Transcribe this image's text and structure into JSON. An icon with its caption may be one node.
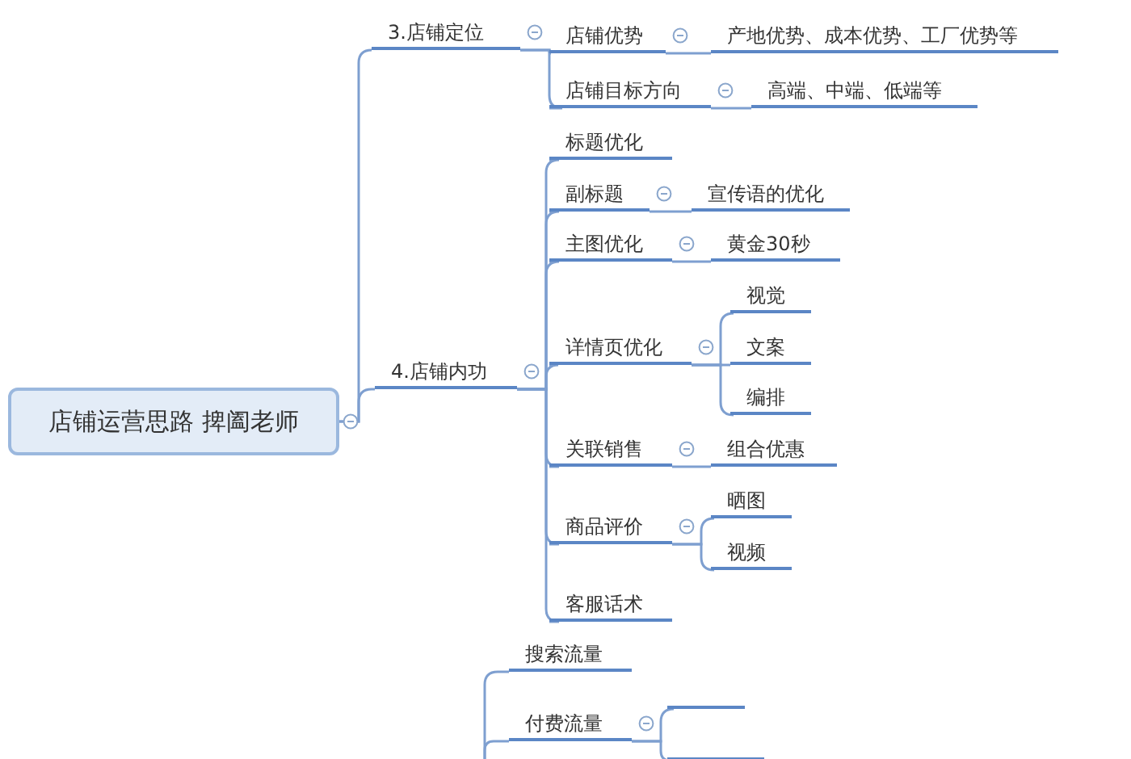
{
  "diagram": {
    "nodes": [
      {
        "text": [
          "店铺运营思路 捭阖老师"
        ]
      },
      {
        "text": [
          "3.店铺定位"
        ]
      },
      {
        "text": [
          "店铺优势"
        ]
      },
      {
        "text": [
          "产地优势、成本优势、工厂优势等"
        ]
      },
      {
        "text": [
          "店铺目标方向"
        ]
      },
      {
        "text": [
          "高端、中端、低端等"
        ]
      },
      {
        "text": [
          "4.店铺内功"
        ]
      },
      {
        "text": [
          "标题优化"
        ]
      },
      {
        "text": [
          "副标题"
        ]
      },
      {
        "text": [
          "宣传语的优化"
        ]
      },
      {
        "text": [
          "主图优化"
        ]
      },
      {
        "text": [
          "黄金30秒"
        ]
      },
      {
        "text": [
          "详情页优化"
        ]
      },
      {
        "text": [
          "视觉"
        ]
      },
      {
        "text": [
          "文案"
        ]
      },
      {
        "text": [
          "编排"
        ]
      },
      {
        "text": [
          "关联销售"
        ]
      },
      {
        "text": [
          "组合优惠"
        ]
      },
      {
        "text": [
          "商品评价"
        ]
      },
      {
        "text": [
          "晒图"
        ]
      },
      {
        "text": [
          "视频"
        ]
      },
      {
        "text": [
          "客服话术"
        ]
      },
      {
        "text": [
          "搜索流量"
        ]
      },
      {
        "text": [
          "付费流量"
        ]
      },
      {
        "text": [],
        "shape": "bar"
      },
      {
        "text": [],
        "shape": "bar"
      }
    ],
    "edges": [
      {
        "from": 0,
        "to": 1,
        "arrow": "none"
      },
      {
        "from": 1,
        "to": 2,
        "arrow": "none"
      },
      {
        "from": 2,
        "to": 3,
        "arrow": "none"
      },
      {
        "from": 1,
        "to": 4,
        "arrow": "none"
      },
      {
        "from": 4,
        "to": 5,
        "arrow": "none"
      },
      {
        "from": 0,
        "to": 6,
        "arrow": "none"
      },
      {
        "from": 6,
        "to": 7,
        "arrow": "none"
      },
      {
        "from": 6,
        "to": 8,
        "arrow": "none"
      },
      {
        "from": 8,
        "to": 9,
        "arrow": "none"
      },
      {
        "from": 6,
        "to": 10,
        "arrow": "none"
      },
      {
        "from": 10,
        "to": 11,
        "arrow": "none"
      },
      {
        "from": 6,
        "to": 12,
        "arrow": "none"
      },
      {
        "from": 12,
        "to": 13,
        "arrow": "none"
      },
      {
        "from": 12,
        "to": 14,
        "arrow": "none"
      },
      {
        "from": 12,
        "to": 15,
        "arrow": "none"
      },
      {
        "from": 6,
        "to": 16,
        "arrow": "none"
      },
      {
        "from": 16,
        "to": 17,
        "arrow": "none"
      },
      {
        "from": 6,
        "to": 18,
        "arrow": "none"
      },
      {
        "from": 18,
        "to": 19,
        "arrow": "none"
      },
      {
        "from": 18,
        "to": 20,
        "arrow": "none"
      },
      {
        "from": 6,
        "to": 21,
        "arrow": "none"
      },
      {
        "from": null,
        "to": 22,
        "arrow": "none"
      },
      {
        "from": null,
        "to": 23,
        "arrow": "none"
      },
      {
        "from": 23,
        "to": 24,
        "arrow": "none"
      },
      {
        "from": 23,
        "to": 25,
        "arrow": "none"
      }
    ]
  }
}
